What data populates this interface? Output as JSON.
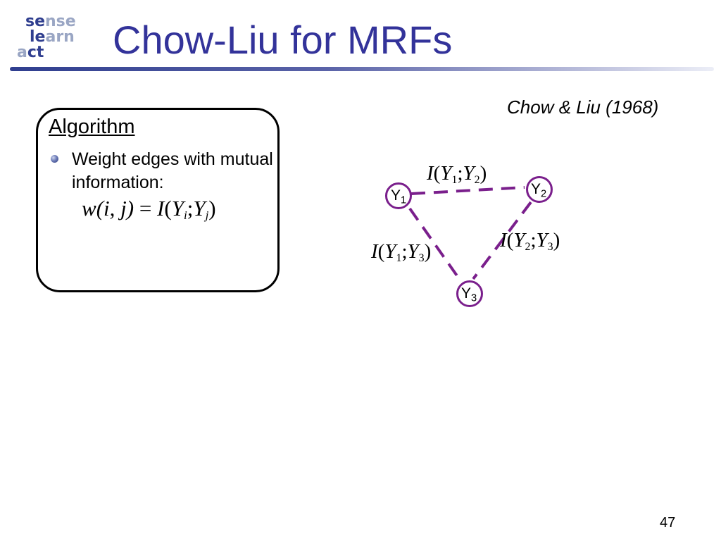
{
  "logo": {
    "row1_dark": "se",
    "row1_light": "nse",
    "row2_dark": "le",
    "row2_light": "arn",
    "row3_light": "a",
    "row3_dark": "ct"
  },
  "slide": {
    "title": "Chow-Liu for MRFs",
    "citation": "Chow & Liu (1968)",
    "page_number": "47"
  },
  "algorithm": {
    "heading": "Algorithm",
    "bullet": "Weight edges with mutual information:",
    "formula": {
      "w": "w",
      "args": "(i, j)",
      "eq": " = ",
      "I": "I",
      "Y": "Y",
      "sub_i": "i",
      "sub_j": "j"
    }
  },
  "graph": {
    "nodes": [
      {
        "id": "Y1",
        "base": "Y",
        "sub": "1"
      },
      {
        "id": "Y2",
        "base": "Y",
        "sub": "2"
      },
      {
        "id": "Y3",
        "base": "Y",
        "sub": "3"
      }
    ],
    "edges": [
      {
        "from": "Y1",
        "to": "Y2",
        "label": {
          "I": "I",
          "Y": "Y",
          "a": "1",
          "b": "2"
        }
      },
      {
        "from": "Y1",
        "to": "Y3",
        "label": {
          "I": "I",
          "Y": "Y",
          "a": "1",
          "b": "3"
        }
      },
      {
        "from": "Y2",
        "to": "Y3",
        "label": {
          "I": "I",
          "Y": "Y",
          "a": "2",
          "b": "3"
        }
      }
    ],
    "edge_color": "#7a1f8c",
    "edge_style": "dashed"
  }
}
